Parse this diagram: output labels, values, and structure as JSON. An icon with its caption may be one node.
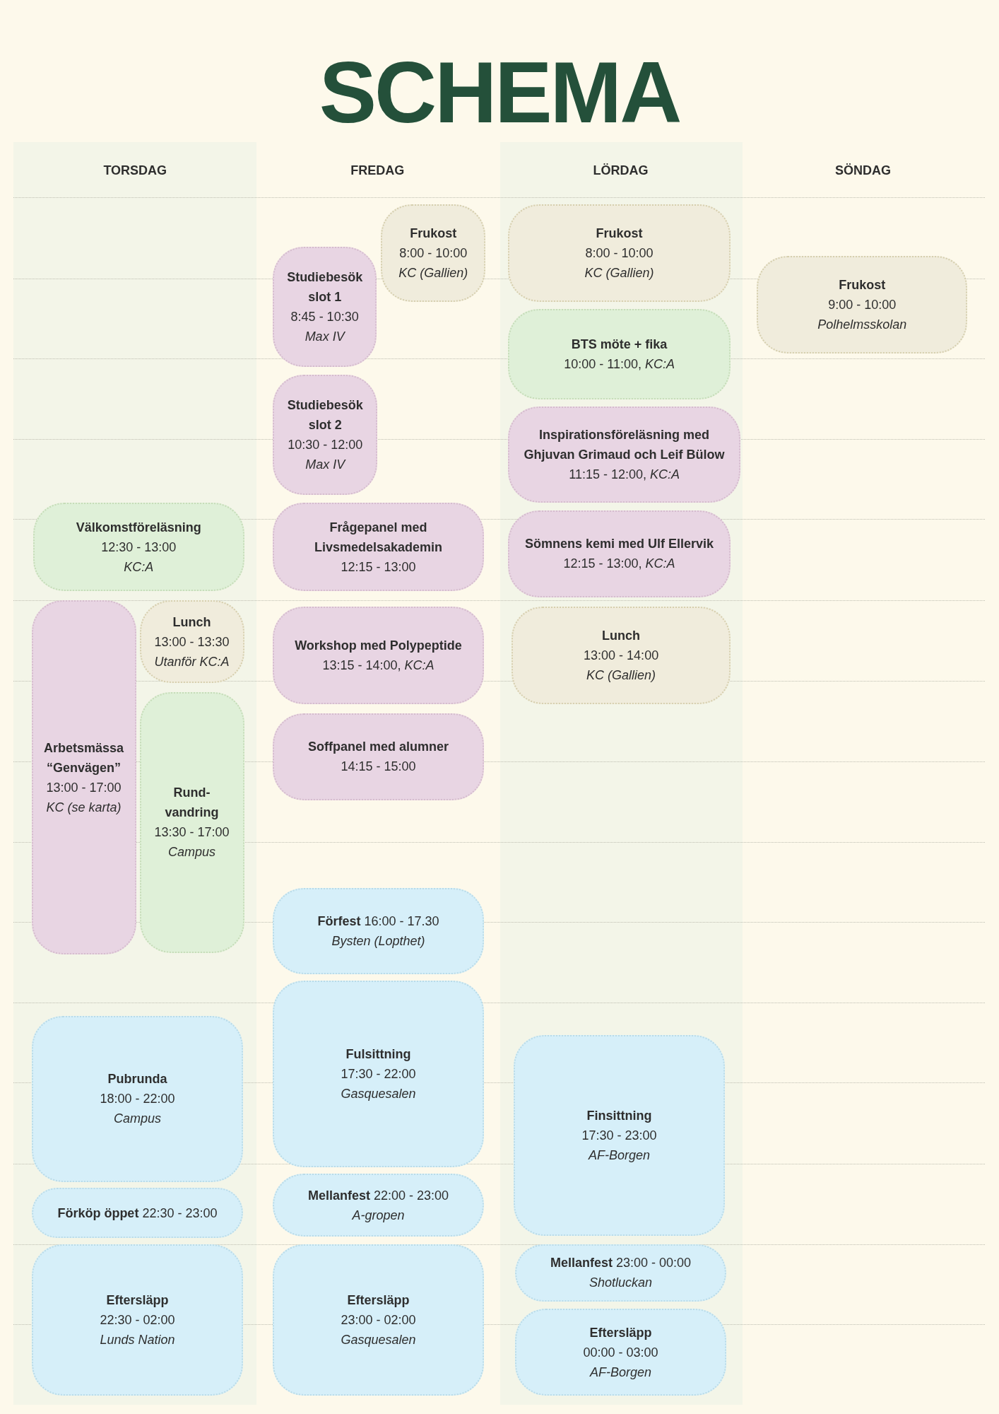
{
  "diagram": {
    "title": "SCHEMA",
    "labels": [
      "TORSDAG",
      "FREDAG",
      "LÖRDAG",
      "SÖNDAG"
    ],
    "nodes": [
      {
        "text": [
          "Välkomstföreläsning",
          "12:30 - 13:00",
          "KC:A"
        ]
      },
      {
        "text": [
          "Lunch",
          "13:00 - 13:30",
          "Utanför KC:A"
        ]
      },
      {
        "text": [
          "Arbetsmässa “Genvägen”",
          "13:00 - 17:00",
          "KC (se karta)"
        ]
      },
      {
        "text": [
          "Rund-vandring",
          "13:30 - 17:00",
          "Campus"
        ]
      },
      {
        "text": [
          "Pubrunda",
          "18:00 - 22:00",
          "Campus"
        ]
      },
      {
        "text": [
          "**Förköp öppet** 22:30 - 23:00"
        ]
      },
      {
        "text": [
          "Eftersläpp",
          "22:30 - 02:00",
          "Lunds Nation"
        ]
      },
      {
        "text": [
          "Frukost",
          "8:00 - 10:00",
          "KC (Gallien)"
        ]
      },
      {
        "text": [
          "Studiebesök slot 1",
          "8:45 - 10:30",
          "Max IV"
        ]
      },
      {
        "text": [
          "Studiebesök slot 2",
          "10:30 - 12:00",
          "Max IV"
        ]
      },
      {
        "text": [
          "Frågepanel med Livsmedelsakademin",
          "12:15 - 13:00"
        ]
      },
      {
        "text": [
          "Workshop med Polypeptide",
          "13:15 - 14:00, *KC:A*"
        ]
      },
      {
        "text": [
          "Soffpanel med alumner",
          "14:15 - 15:00"
        ]
      },
      {
        "text": [
          "**Förfest** 16:00 - 17.30",
          "Bysten (Lopthet)"
        ]
      },
      {
        "text": [
          "Fulsittning",
          "17:30 - 22:00",
          "Gasquesalen"
        ]
      },
      {
        "text": [
          "**Mellanfest** 22:00 - 23:00",
          "A-gropen"
        ]
      },
      {
        "text": [
          "Eftersläpp",
          "23:00 - 02:00",
          "Gasquesalen"
        ]
      },
      {
        "text": [
          "Frukost",
          "8:00 - 10:00",
          "KC (Gallien)"
        ]
      },
      {
        "text": [
          "BTS möte + fika",
          "10:00 - 11:00, *KC:A*"
        ]
      },
      {
        "text": [
          "Inspirationsföreläsning med Ghjuvan Grimaud och Leif Bülow",
          "11:15 - 12:00, *KC:A*"
        ]
      },
      {
        "text": [
          "Sömnens kemi med Ulf Ellervik",
          "12:15 - 13:00, *KC:A*"
        ]
      },
      {
        "text": [
          "Lunch",
          "13:00 - 14:00",
          "KC (Gallien)"
        ]
      },
      {
        "text": [
          "Finsittning",
          "17:30 - 23:00",
          "AF-Borgen"
        ]
      },
      {
        "text": [
          "**Mellanfest** 23:00 - 00:00",
          "Shotluckan"
        ]
      },
      {
        "text": [
          "Eftersläpp",
          "00:00 - 03:00",
          "AF-Borgen"
        ]
      },
      {
        "text": [
          "Frukost",
          "9:00 - 10:00",
          "Polhelmsskolan"
        ]
      }
    ]
  }
}
